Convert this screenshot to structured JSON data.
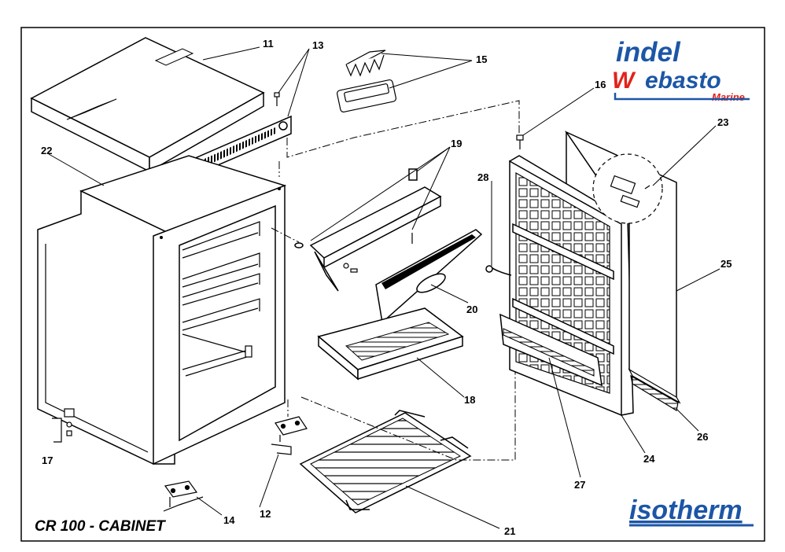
{
  "caption": "CR 100 - CABINET",
  "brand": {
    "line1": "indel",
    "line2_initial": "W",
    "line2_rest": "ebasto",
    "line3": "Marine",
    "bottom": "isotherm",
    "color_blue": "#1c56a6",
    "color_red": "#e2231a"
  },
  "callouts": {
    "c11": "11",
    "c12": "12",
    "c13": "13",
    "c14": "14",
    "c15": "15",
    "c16": "16",
    "c17": "17",
    "c18": "18",
    "c19": "19",
    "c20": "20",
    "c21": "21",
    "c22": "22",
    "c23": "23",
    "c24": "24",
    "c25": "25",
    "c26": "26",
    "c27": "27",
    "c28": "28"
  }
}
